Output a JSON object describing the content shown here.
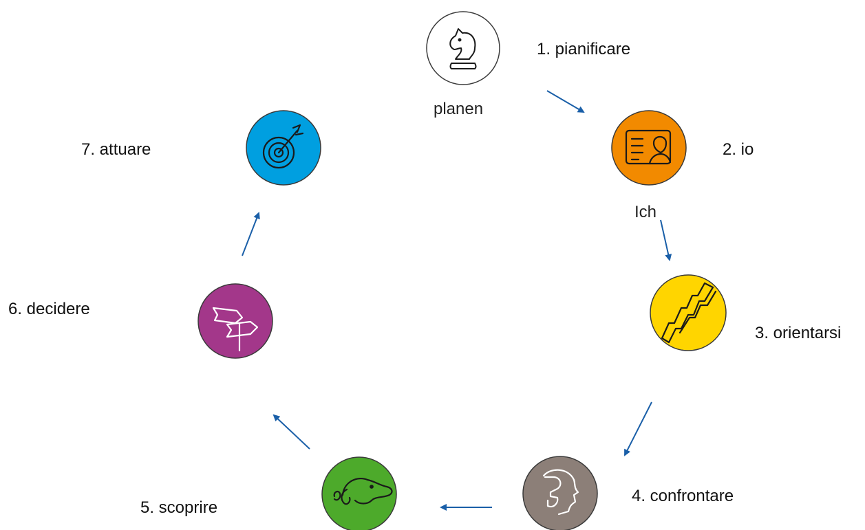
{
  "diagram": {
    "steps": [
      {
        "label": "1. pianificare",
        "sublabel": "planen",
        "icon": "chess-knight-icon",
        "color": "#ffffff"
      },
      {
        "label": "2. io",
        "sublabel": "Ich",
        "icon": "id-card-icon",
        "color": "#f28a00"
      },
      {
        "label": "3. orientarsi",
        "icon": "stairs-icon",
        "color": "#ffd500"
      },
      {
        "label": "4. confrontare",
        "icon": "head-question-icon",
        "color": "#8c7f78"
      },
      {
        "label": "5. scoprire",
        "icon": "dog-icon",
        "color": "#4daa2b"
      },
      {
        "label": "6. decidere",
        "icon": "signpost-icon",
        "color": "#a3378a"
      },
      {
        "label": "7. attuare",
        "icon": "target-dart-icon",
        "color": "#009fe0"
      }
    ],
    "arrow_color": "#1a5fa8"
  }
}
